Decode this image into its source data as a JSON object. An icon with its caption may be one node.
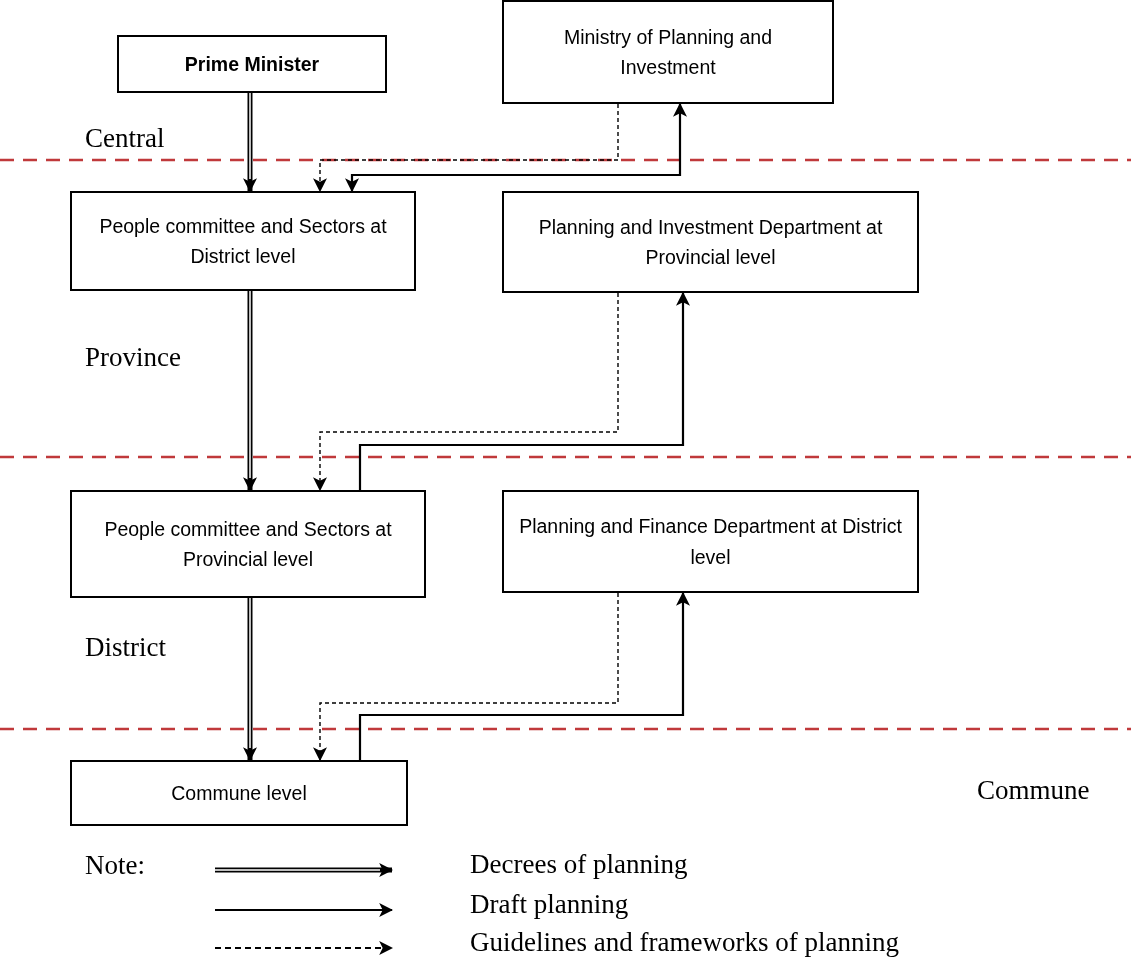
{
  "diagram": {
    "nodes": [
      {
        "text": [
          "Prime Minister"
        ]
      },
      {
        "text": [
          "Ministry of Planning and Investment"
        ]
      },
      {
        "text": [
          "People committee and Sectors at District level"
        ]
      },
      {
        "text": [
          "Planning and Investment Department at Provincial level"
        ]
      },
      {
        "text": [
          "People committee and Sectors at Provincial level"
        ]
      },
      {
        "text": [
          "Planning and Finance Department at District level"
        ]
      },
      {
        "text": [
          "Commune level"
        ]
      }
    ],
    "edges": [
      {
        "from": 0,
        "to": 2,
        "arrow": "to",
        "style": "thick"
      },
      {
        "from": 1,
        "to": 2,
        "arrow": "to",
        "style": "dashed"
      },
      {
        "from": 2,
        "to": 1,
        "arrow": "both"
      },
      {
        "from": 2,
        "to": 4,
        "arrow": "to",
        "style": "thick"
      },
      {
        "from": 3,
        "to": 4,
        "arrow": "to",
        "style": "dashed"
      },
      {
        "from": 4,
        "to": 3,
        "arrow": "to"
      },
      {
        "from": 4,
        "to": 6,
        "arrow": "to",
        "style": "thick"
      },
      {
        "from": 5,
        "to": 6,
        "arrow": "to",
        "style": "dashed"
      },
      {
        "from": 6,
        "to": 5,
        "arrow": "to"
      }
    ],
    "labels": [
      "Central",
      "Province",
      "District",
      "Commune",
      "Note:"
    ],
    "legend": [
      {
        "text": "Decrees of planning"
      },
      {
        "text": "Draft planning"
      },
      {
        "text": "Guidelines and frameworks of planning"
      }
    ]
  }
}
